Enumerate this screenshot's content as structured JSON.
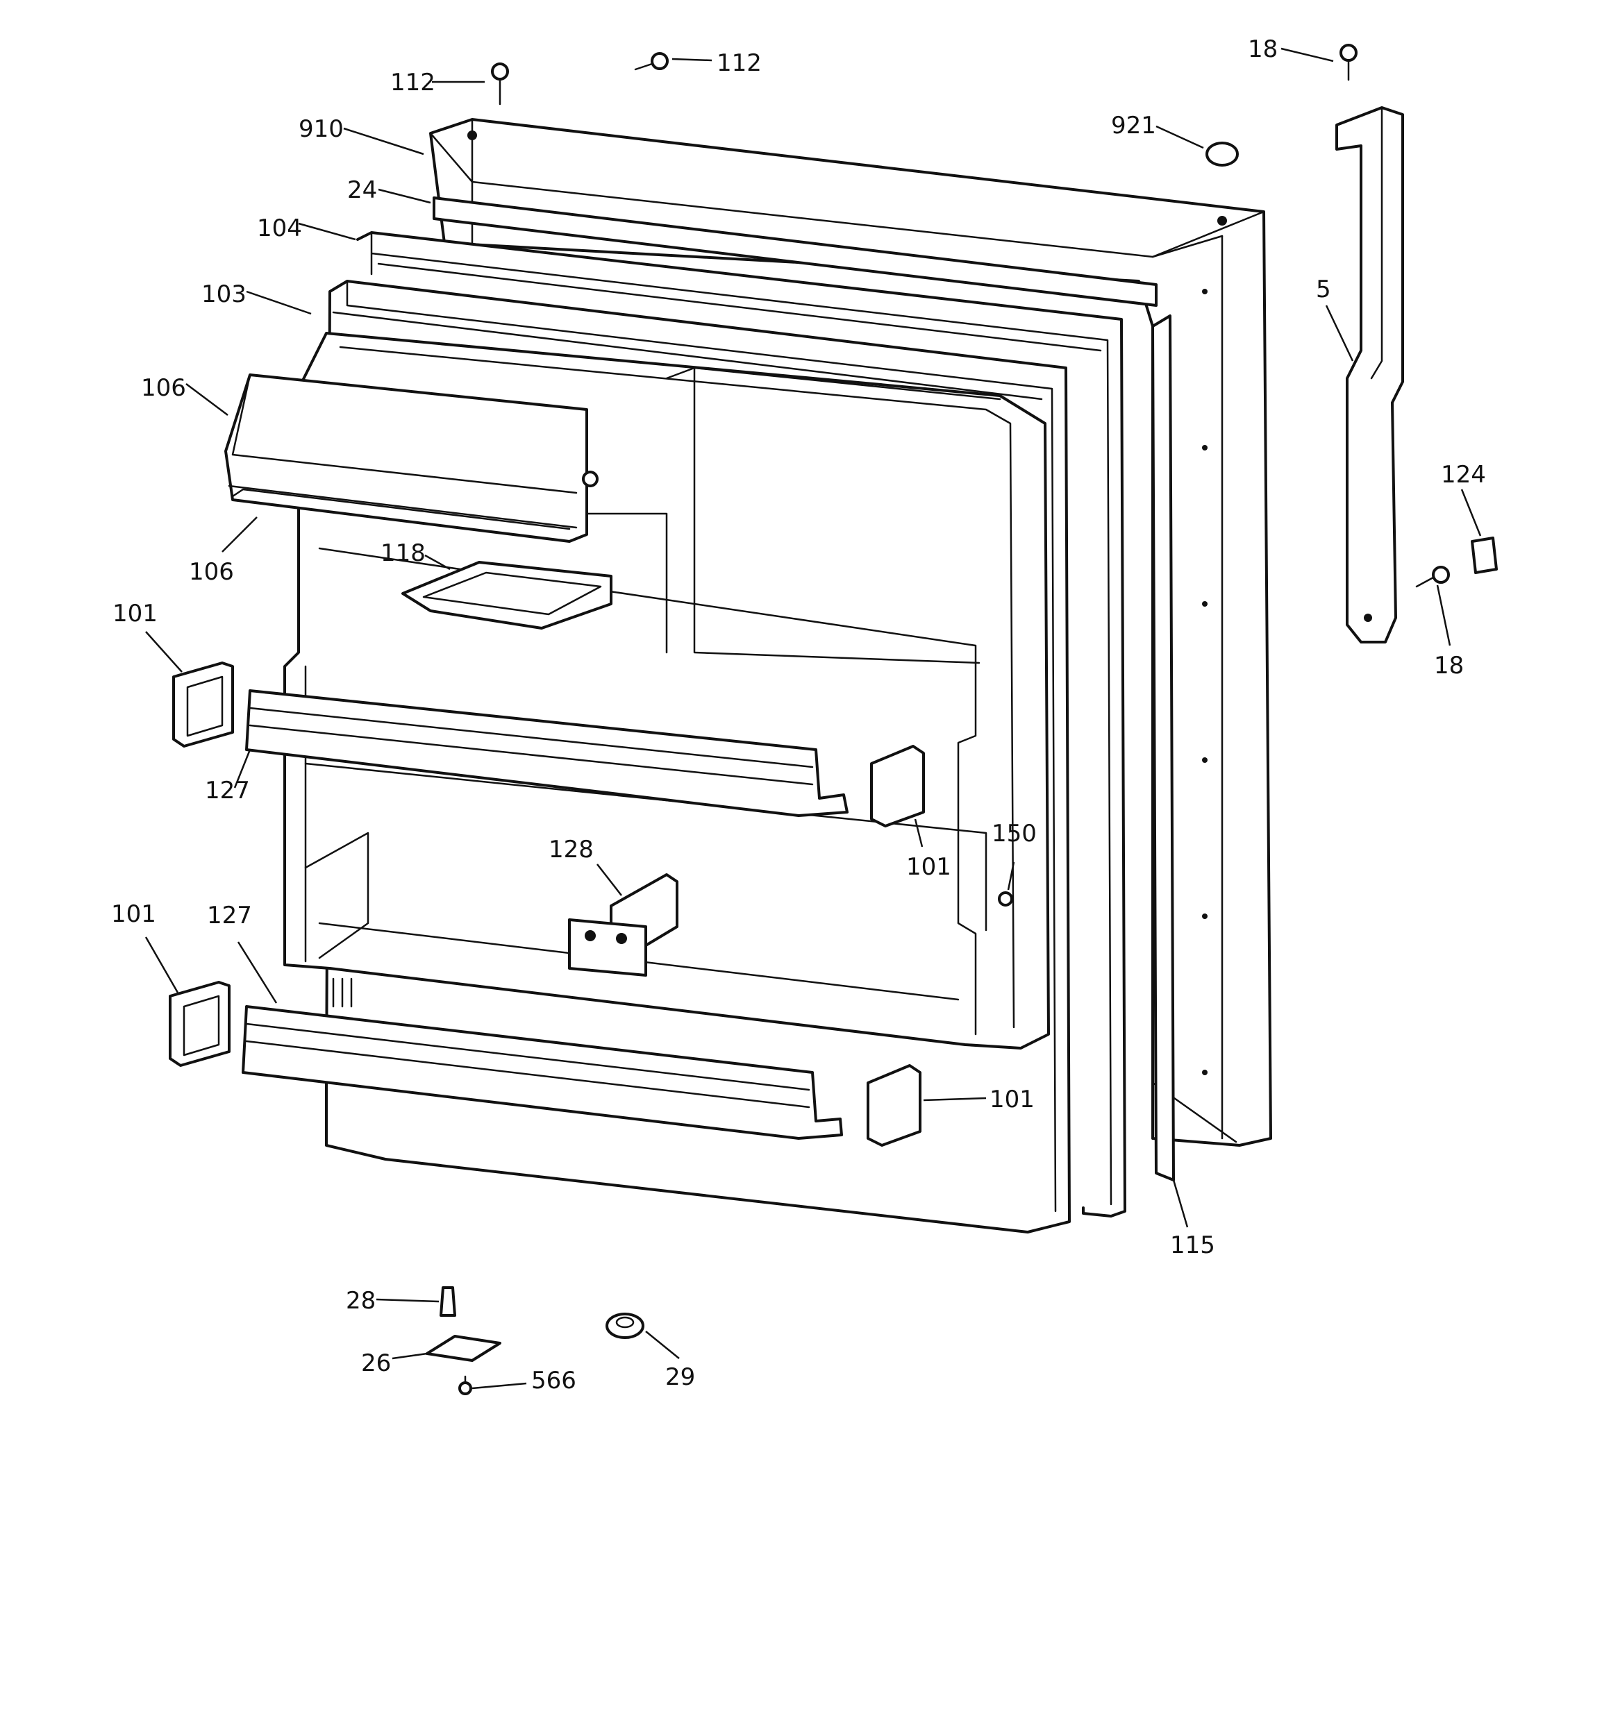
{
  "part_labels": {
    "p112a": "112",
    "p112b": "112",
    "p910": "910",
    "p921": "921",
    "p18a": "18",
    "p18b": "18",
    "p24": "24",
    "p104": "104",
    "p103": "103",
    "p5": "5",
    "p106a": "106",
    "p106b": "106",
    "p118": "118",
    "p124": "124",
    "p101a": "101",
    "p101b": "101",
    "p101c": "101",
    "p101d": "101",
    "p127a": "127",
    "p127b": "127",
    "p128": "128",
    "p150": "150",
    "p115": "115",
    "p28": "28",
    "p26": "26",
    "p566": "566",
    "p29": "29"
  },
  "colors": {
    "line": "#111111",
    "background": "#ffffff"
  }
}
